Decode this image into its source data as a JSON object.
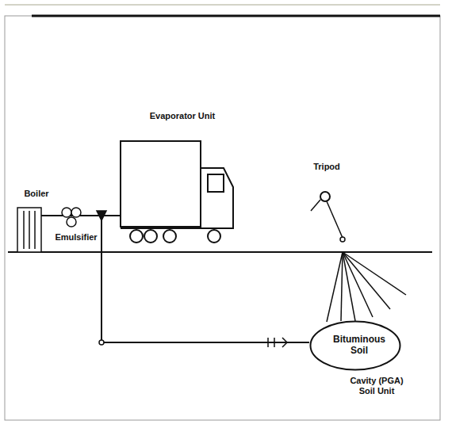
{
  "diagram": {
    "nodes": [
      {
        "text": [
          "Bituminous Soil"
        ]
      }
    ],
    "labels": [
      "Boiler",
      "Emulsifier",
      "Evaporator Unit",
      "Tripod",
      "Cavity (PGA) Soil Unit"
    ]
  }
}
